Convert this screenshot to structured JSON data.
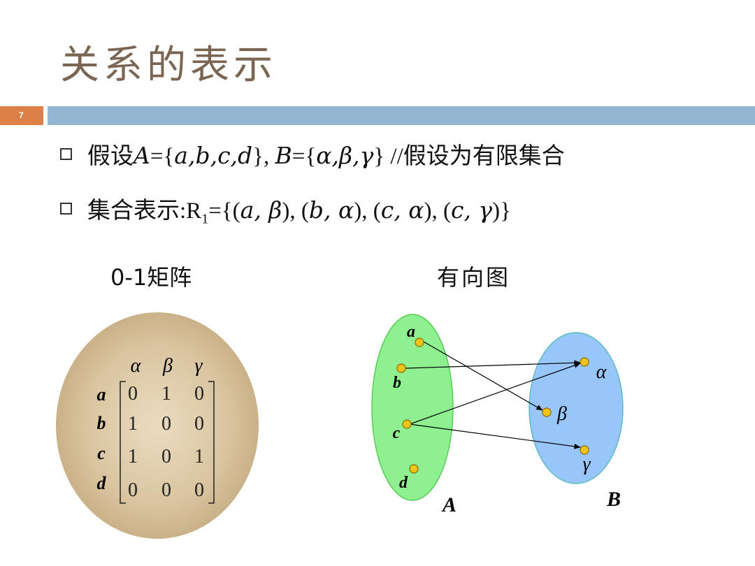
{
  "title": "关系的表示",
  "slide_number": "7",
  "bullets": [
    {
      "lead": "假设",
      "parts": [
        "A",
        "={",
        "a,b,c,d",
        "}, ",
        "B",
        "={",
        "α,β,γ",
        "}  //",
        "假设为有限集合"
      ]
    },
    {
      "lead": "集合表示",
      "parts": [
        ":R",
        "1",
        "={(",
        "a, β",
        "), (",
        "b, α",
        "), (",
        "c, α",
        "), (",
        "c, γ",
        ")}"
      ]
    }
  ],
  "matrix": {
    "caption": "0-1矩阵",
    "col_labels": [
      "α",
      "β",
      "γ"
    ],
    "row_labels": [
      "a",
      "b",
      "c",
      "d"
    ],
    "values": [
      [
        "0",
        "1",
        "0"
      ],
      [
        "1",
        "0",
        "0"
      ],
      [
        "1",
        "0",
        "1"
      ],
      [
        "0",
        "0",
        "0"
      ]
    ]
  },
  "graph": {
    "caption": "有向图",
    "set_A": {
      "label": "A",
      "nodes": [
        "a",
        "b",
        "c",
        "d"
      ],
      "color": "#8ef08e"
    },
    "set_B": {
      "label": "B",
      "nodes": [
        "α",
        "β",
        "γ"
      ],
      "color": "#99c6fa"
    },
    "edges": [
      [
        "a",
        "β"
      ],
      [
        "b",
        "α"
      ],
      [
        "c",
        "α"
      ],
      [
        "c",
        "γ"
      ]
    ]
  },
  "colors": {
    "title": "#7a6552",
    "accent": "#dd8047",
    "bar": "#94b6d2",
    "node": "#f2c318"
  }
}
